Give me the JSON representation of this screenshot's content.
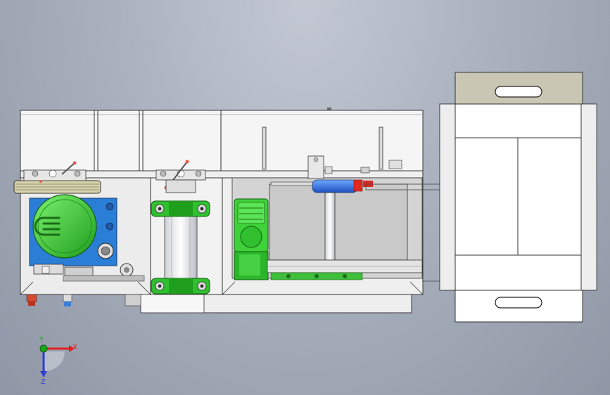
{
  "viewport": {
    "background_top": "#c3c8d3",
    "background_bottom": "#8f97a6"
  },
  "triad": {
    "x_label": "X",
    "y_label": "Y",
    "z_label": "Z",
    "x_color": "#e02020",
    "y_color": "#1aa81a",
    "z_color": "#2f3fcf"
  },
  "parts": {
    "motor_color": "#3fd13a",
    "gearbox_color": "#2a7ed6",
    "clamp_color": "#2fbf2f",
    "cylinder_color": "#2a6fe0",
    "fitting_color": "#e02a1f",
    "frame_color": "#f4f4f4",
    "tray_color": "#c9c7b3"
  }
}
